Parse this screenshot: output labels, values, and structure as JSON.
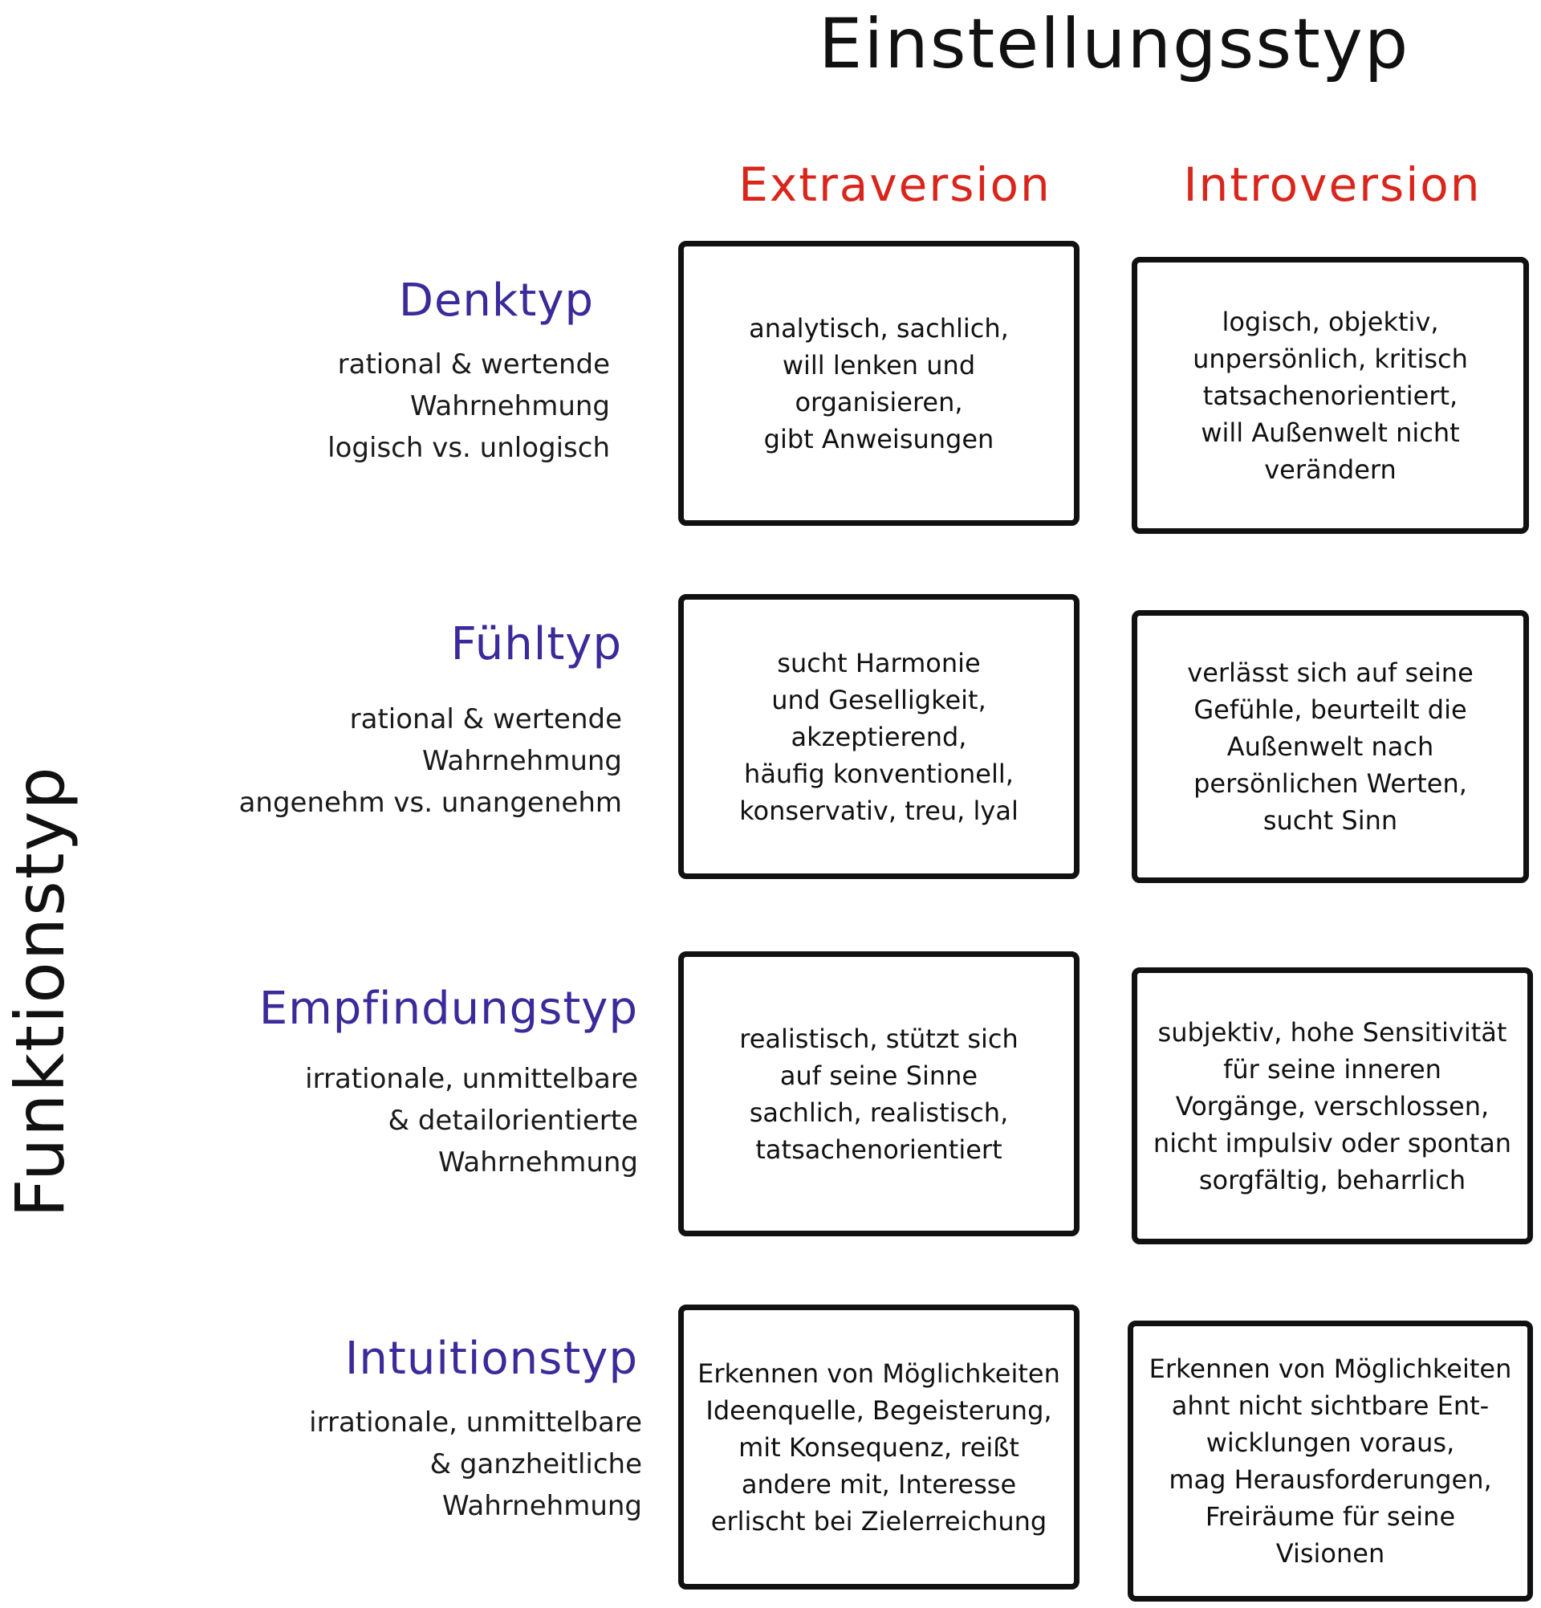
{
  "title": "Einstellungsstyp",
  "side_title": "Funktionstyp",
  "columns": [
    "Extraversion",
    "Introversion"
  ],
  "rows": [
    {
      "title": "Denktyp",
      "description": "rational & wertende\nWahrnehmung\nlogisch vs. unlogisch",
      "cells": [
        "analytisch, sachlich,\nwill lenken und\norganisieren,\ngibt Anweisungen",
        "logisch, objektiv,\nunpersönlich, kritisch\ntatsachenorientiert,\nwill Außenwelt nicht\nverändern"
      ]
    },
    {
      "title": "Fühltyp",
      "description": "rational & wertende\nWahrnehmung\nangenehm vs. unangenehm",
      "cells": [
        "sucht Harmonie\nund Geselligkeit,\nakzeptierend,\nhäufig konventionell,\nkonservativ, treu, lyal",
        "verlässt sich auf seine\nGefühle, beurteilt die\nAußenwelt nach\npersönlichen Werten,\nsucht Sinn"
      ]
    },
    {
      "title": "Empfindungstyp",
      "description": "irrationale, unmittelbare\n& detailorientierte\nWahrnehmung",
      "cells": [
        "realistisch, stützt sich\nauf seine Sinne\nsachlich, realistisch,\ntatsachenorientiert",
        "subjektiv, hohe Sensitivität\nfür seine inneren\nVorgänge, verschlossen,\nnicht impulsiv oder spontan\nsorgfältig, beharrlich"
      ]
    },
    {
      "title": "Intuitionstyp",
      "description": "irrationale, unmittelbare\n& ganzheitliche\nWahrnehmung",
      "cells": [
        "Erkennen von Möglichkeiten\nIdeenquelle, Begeisterung,\nmit Konsequenz, reißt\nandere mit, Interesse\nerlischt bei Zielerreichung",
        "Erkennen von Möglichkeiten\nahnt nicht sichtbare Ent-\nwicklungen voraus,\nmag Herausforderungen,\nFreiräume für seine\nVisionen"
      ]
    }
  ]
}
